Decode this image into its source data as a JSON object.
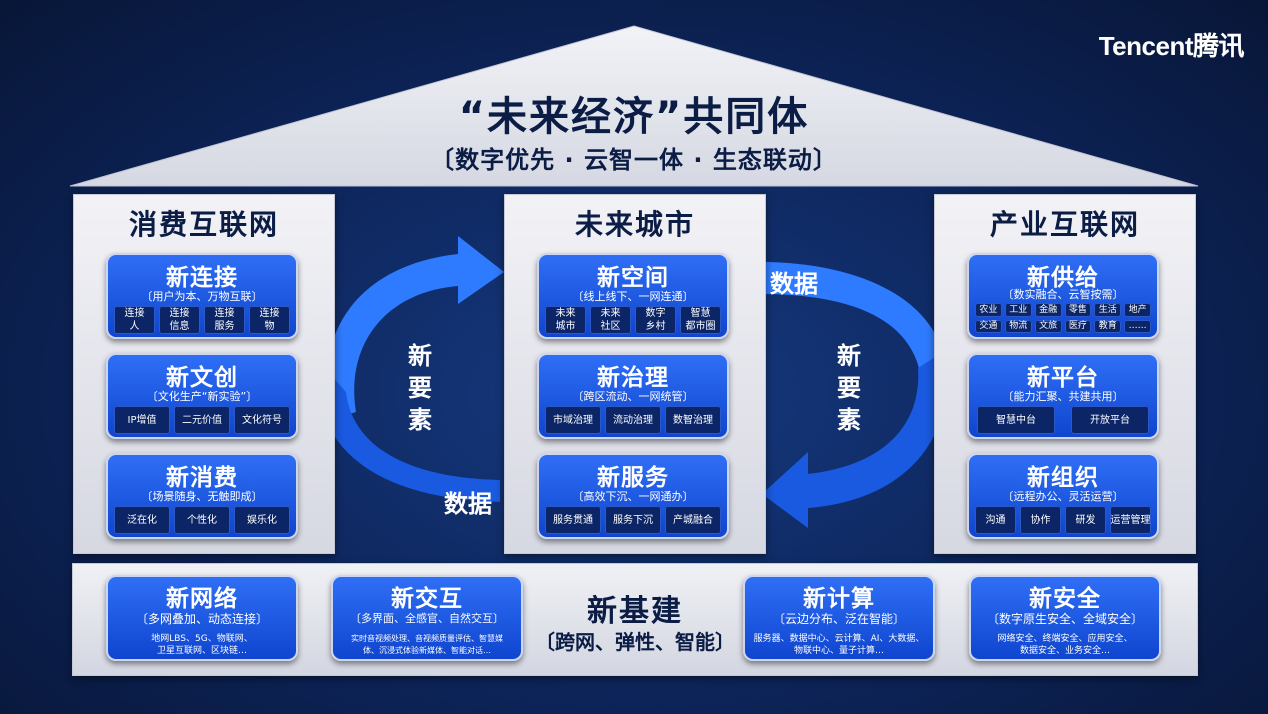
{
  "logo": "Tencent腾讯",
  "header": {
    "title": "“未来经济”共同体",
    "subtitle": "〔数字优先 · 云智一体 · 生态联动〕"
  },
  "pillars": {
    "left": {
      "title": "消费互联网",
      "cards": [
        {
          "title": "新连接",
          "sub": "〔用户为本、万物互联〕",
          "chips": [
            "连接\n人",
            "连接\n信息",
            "连接\n服务",
            "连接\n物"
          ]
        },
        {
          "title": "新文创",
          "sub": "〔文化生产“新实验”〕",
          "chips": [
            "IP增值",
            "二元价值",
            "文化符号"
          ]
        },
        {
          "title": "新消费",
          "sub": "〔场景随身、无触即成〕",
          "chips": [
            "泛在化",
            "个性化",
            "娱乐化"
          ]
        }
      ]
    },
    "center": {
      "title": "未来城市",
      "cards": [
        {
          "title": "新空间",
          "sub": "〔线上线下、一网连通〕",
          "chips": [
            "未来\n城市",
            "未来\n社区",
            "数字\n乡村",
            "智慧\n都市圈"
          ]
        },
        {
          "title": "新治理",
          "sub": "〔跨区流动、一网统管〕",
          "chips": [
            "市域治理",
            "流动治理",
            "数智治理"
          ]
        },
        {
          "title": "新服务",
          "sub": "〔高效下沉、一网通办〕",
          "chips": [
            "服务贯通",
            "服务下沉",
            "产城融合"
          ]
        }
      ]
    },
    "right": {
      "title": "产业互联网",
      "cards": [
        {
          "title": "新供给",
          "sub": "〔数实融合、云智按需〕",
          "chips": [
            "农业",
            "工业",
            "金融",
            "零售",
            "生活",
            "地产",
            "交通",
            "物流",
            "文旅",
            "医疗",
            "教育",
            "……"
          ]
        },
        {
          "title": "新平台",
          "sub": "〔能力汇聚、共建共用〕",
          "chips": [
            "智慧中台",
            "开放平台"
          ]
        },
        {
          "title": "新组织",
          "sub": "〔远程办公、灵活运营〕",
          "chips": [
            "沟通",
            "协作",
            "研发",
            "运营管理"
          ]
        }
      ]
    }
  },
  "arrows": {
    "left_label": "数据",
    "left_vertical": "新要素",
    "right_label": "数据",
    "right_vertical": "新要素"
  },
  "foundation": {
    "title": "新基建",
    "sub": "〔跨网、弹性、智能〕",
    "cards": [
      {
        "title": "新网络",
        "sub": "〔多网叠加、动态连接〕",
        "desc": "地网LBS、5G、物联网、\n卫星互联网、区块链…"
      },
      {
        "title": "新交互",
        "sub": "〔多界面、全感官、自然交互〕",
        "desc": "实时音视频处理、音视频质量评估、智慧媒\n体、沉浸式体验新媒体、智能对话…"
      },
      {
        "title": "新计算",
        "sub": "〔云边分布、泛在智能〕",
        "desc": "服务器、数据中心、云计算、AI、大数据、\n物联中心、量子计算…"
      },
      {
        "title": "新安全",
        "sub": "〔数字原生安全、全域安全〕",
        "desc": "网络安全、终端安全、应用安全、\n数据安全、业务安全…"
      }
    ]
  },
  "colors": {
    "background": "#0d2459",
    "card_blue": "#1a56e0",
    "pillar_gray": "#e3e5ec",
    "title_navy": "#0b1c45"
  }
}
